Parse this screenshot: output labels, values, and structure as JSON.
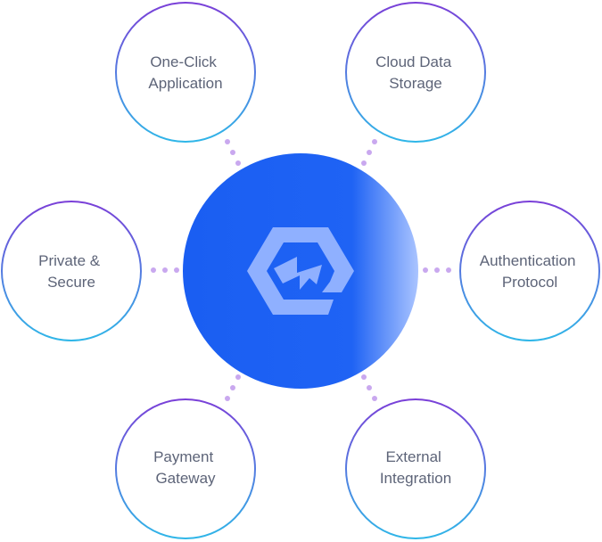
{
  "center": {
    "logo_icon": "hexagon-lightning-icon",
    "colors": {
      "primary": "#1a5ef2",
      "highlight": "#aac4ff",
      "logo": "#8fb0ff"
    }
  },
  "nodes": [
    {
      "id": "one-click-application",
      "lines": [
        "One-Click",
        "Application"
      ]
    },
    {
      "id": "cloud-data-storage",
      "lines": [
        "Cloud Data",
        "Storage"
      ]
    },
    {
      "id": "private-secure",
      "lines": [
        "Private &",
        "Secure"
      ]
    },
    {
      "id": "authentication-protocol",
      "lines": [
        "Authentication",
        "Protocol"
      ]
    },
    {
      "id": "payment-gateway",
      "lines": [
        "Payment",
        "Gateway"
      ]
    },
    {
      "id": "external-integration",
      "lines": [
        "External",
        "Integration"
      ]
    }
  ],
  "colors": {
    "ring_top": "#7a3fd8",
    "ring_bottom": "#2fb6e8",
    "connector_dots": "#c9a8ef",
    "label_text": "#5d6478"
  }
}
